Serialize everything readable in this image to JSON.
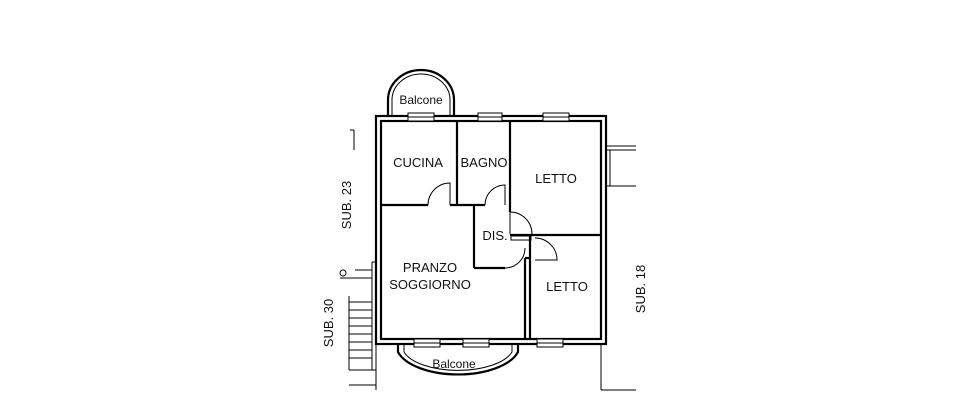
{
  "rooms": {
    "cucina": "CUCINA",
    "bagno": "BAGNO",
    "letto_top": "LETTO",
    "dis": "DIS.",
    "pranzo": "PRANZO",
    "soggiorno": "SOGGIORNO",
    "letto_bottom": "LETTO"
  },
  "balconies": {
    "top": "Balcone",
    "bottom": "Balcone"
  },
  "units": {
    "left_upper": "SUB. 23",
    "left_lower": "SUB. 30",
    "right": "SUB. 18"
  }
}
